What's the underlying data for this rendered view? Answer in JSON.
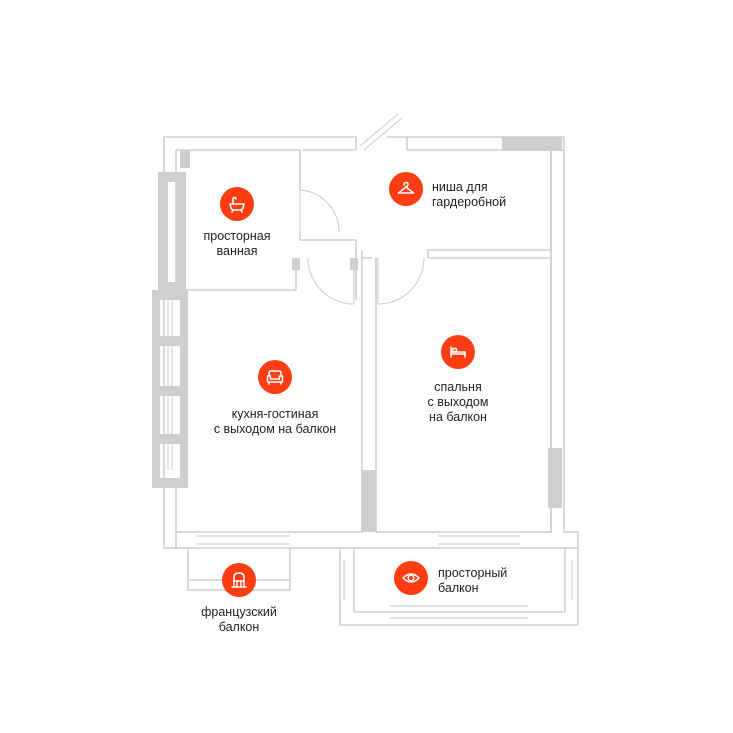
{
  "rooms": [
    {
      "key": "bath",
      "icon": "bathtub-icon",
      "lines": [
        "просторная",
        "ванная"
      ]
    },
    {
      "key": "niche",
      "icon": "hanger-icon",
      "lines": [
        "ниша для",
        "гардеробной"
      ]
    },
    {
      "key": "kitchen",
      "icon": "sofa-icon",
      "lines": [
        "кухня-гостиная",
        "с выходом на балкон"
      ]
    },
    {
      "key": "bedroom",
      "icon": "bed-icon",
      "lines": [
        "спальня",
        "с выходом",
        "на балкон"
      ]
    },
    {
      "key": "french",
      "icon": "french-balcony-icon",
      "lines": [
        "французский",
        "балкон"
      ]
    },
    {
      "key": "balcony",
      "icon": "eye-icon",
      "lines": [
        "просторный",
        "балкон"
      ]
    }
  ],
  "colors": {
    "accent": "#ff3d13",
    "walls": "#cfcfcf",
    "text": "#1f1f1f"
  }
}
